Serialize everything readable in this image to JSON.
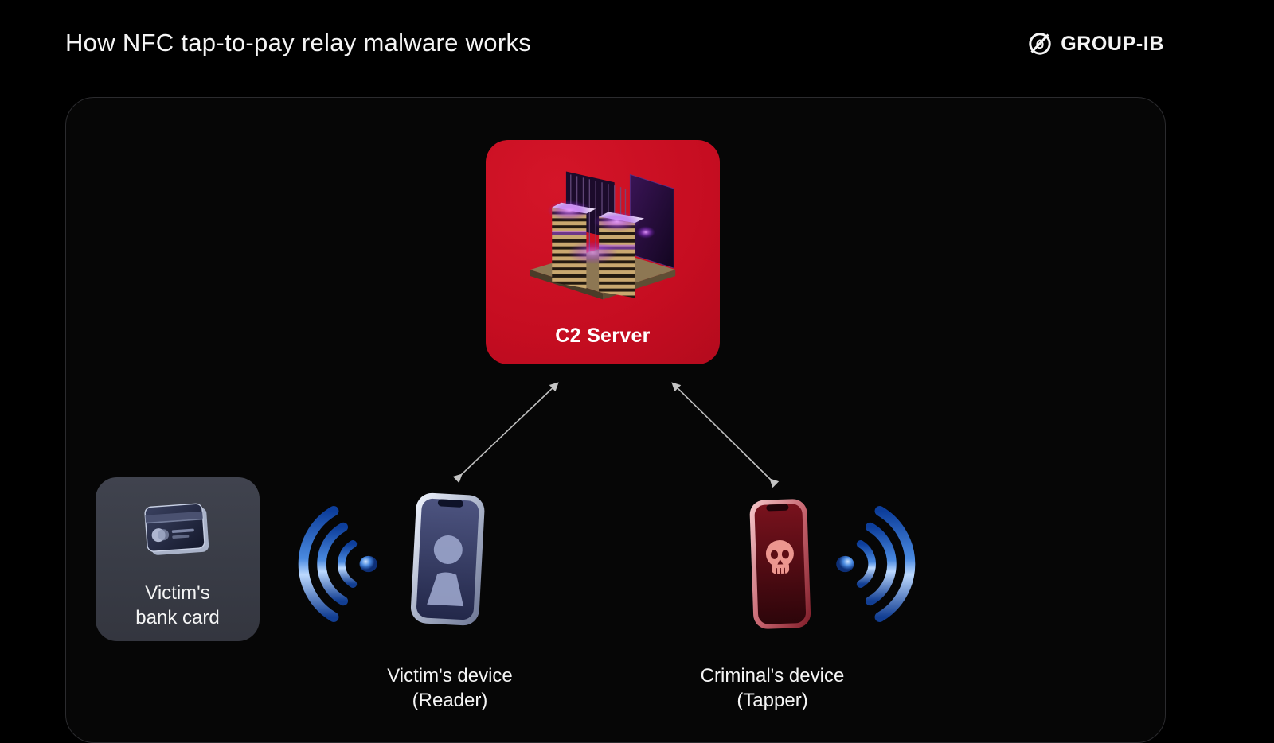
{
  "header": {
    "title": "How NFC tap-to-pay relay malware works",
    "brand": "GROUP-IB"
  },
  "nodes": {
    "c2_server": {
      "label": "C2 Server"
    },
    "bank_card": {
      "label": [
        "Victim's",
        "bank card"
      ]
    },
    "victim_device": {
      "label": [
        "Victim's device",
        "(Reader)"
      ]
    },
    "criminal_device": {
      "label": [
        "Criminal's device",
        "(Tapper)"
      ]
    }
  },
  "icons": {
    "brand_logo": "group-ib-circle-slash-logo",
    "c2": "server-rack-illustration",
    "bank_card": "bank-card-icon",
    "victim_phone": "phone-with-person-icon",
    "criminal_phone": "phone-with-skull-icon",
    "nfc": "nfc-signal-waves-icon"
  },
  "colors": {
    "background": "#000000",
    "panel_border": "#2b2b2e",
    "c2_red": "#c60d21",
    "card_box_gray": "#383b45",
    "nfc_blue": "#3f7fd6",
    "arrow_gray": "#bfbfbf",
    "text": "#f5f5f5"
  }
}
